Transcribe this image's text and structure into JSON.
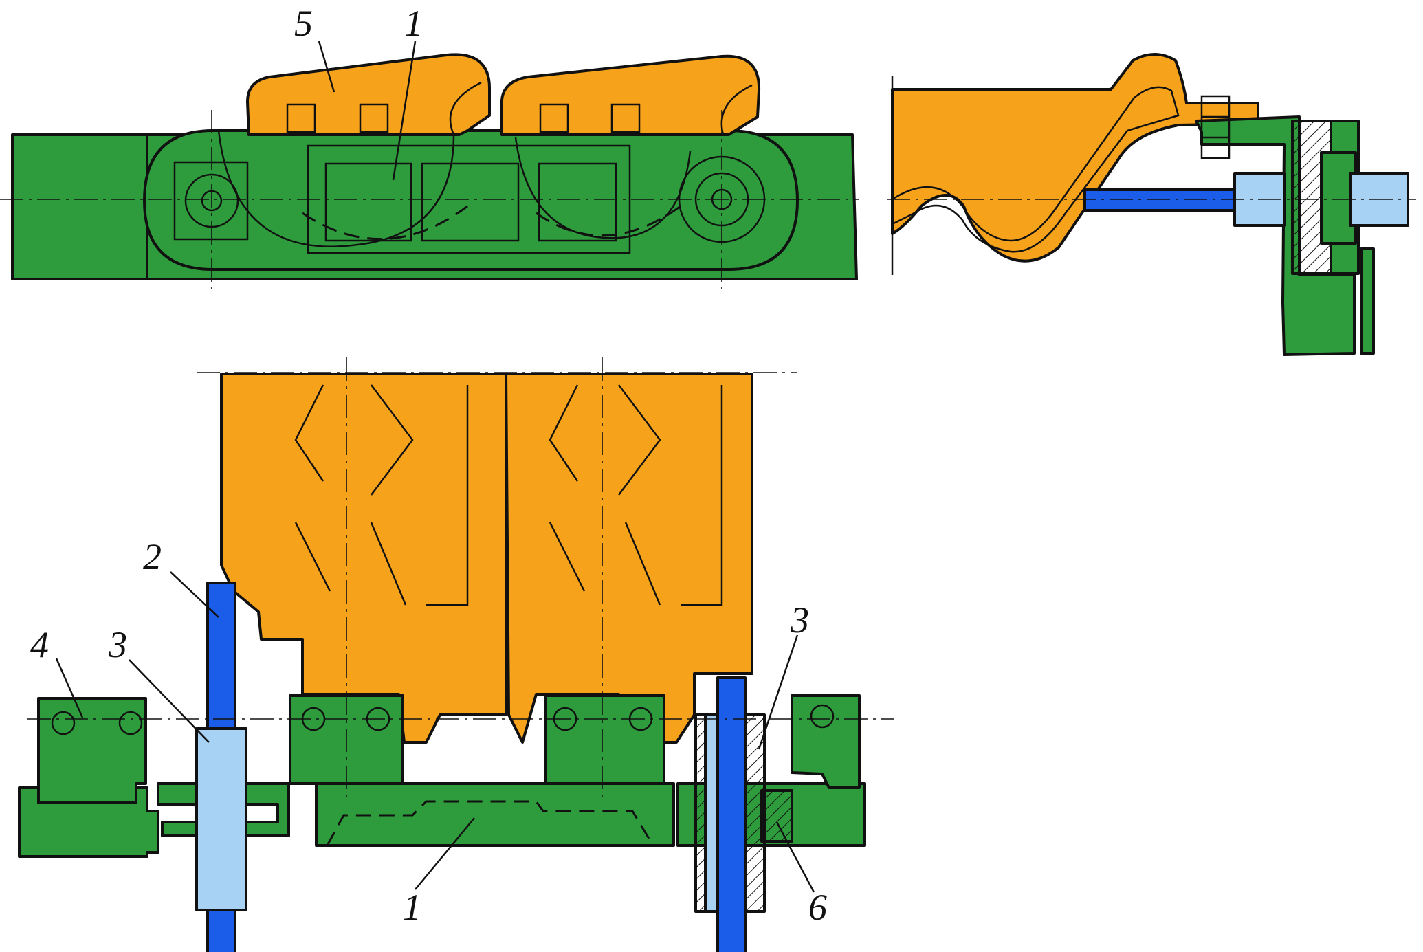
{
  "colors": {
    "frame": "#2e9c3c",
    "finger": "#f6a21b",
    "rod": "#1b5de8",
    "sleeve": "#a8d2f4",
    "outline": "#111111",
    "background": "#ffffff"
  },
  "callouts": {
    "top_finger": "5",
    "top_frame": "1",
    "rod": "2",
    "sleeve_left": "3",
    "bracket": "4",
    "sleeve_right": "3",
    "bottom_frame": "1",
    "washer": "6"
  }
}
